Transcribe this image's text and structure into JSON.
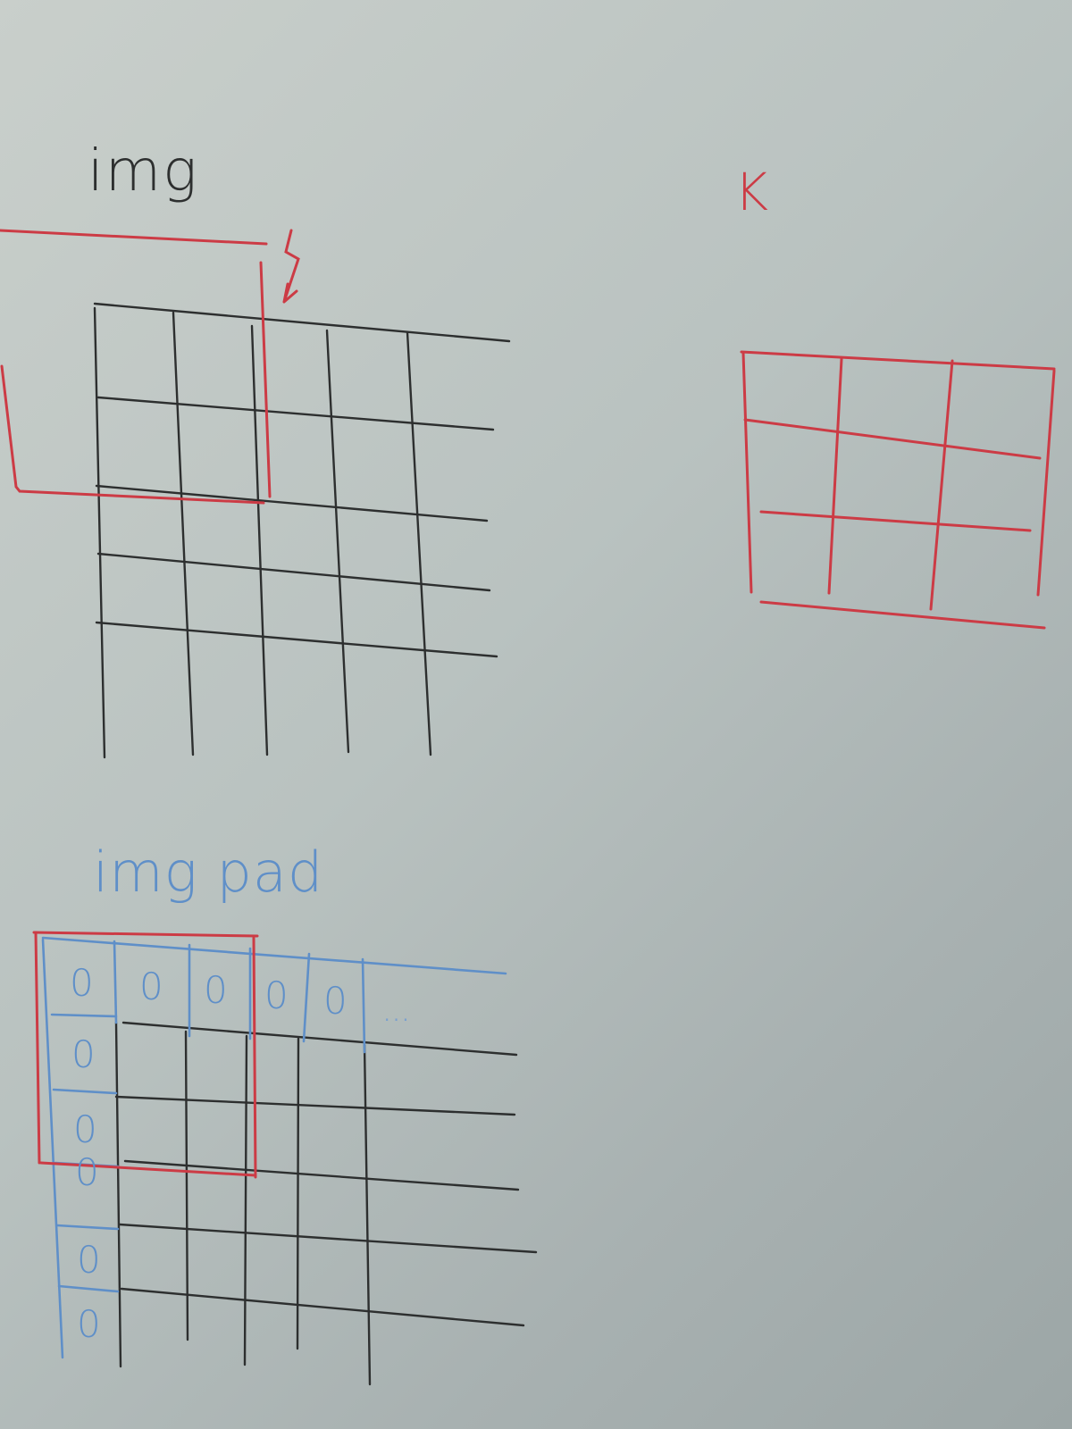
{
  "labels": {
    "img": "img",
    "kernel": "K",
    "img_pad": "img pad"
  },
  "pad_grid": {
    "zero": "0",
    "ellipsis": "..."
  },
  "colors": {
    "board": "#b9c2c0",
    "black_marker": "#2d2f2f",
    "red_marker": "#cc3b45",
    "blue_marker": "#5f8fc8"
  }
}
